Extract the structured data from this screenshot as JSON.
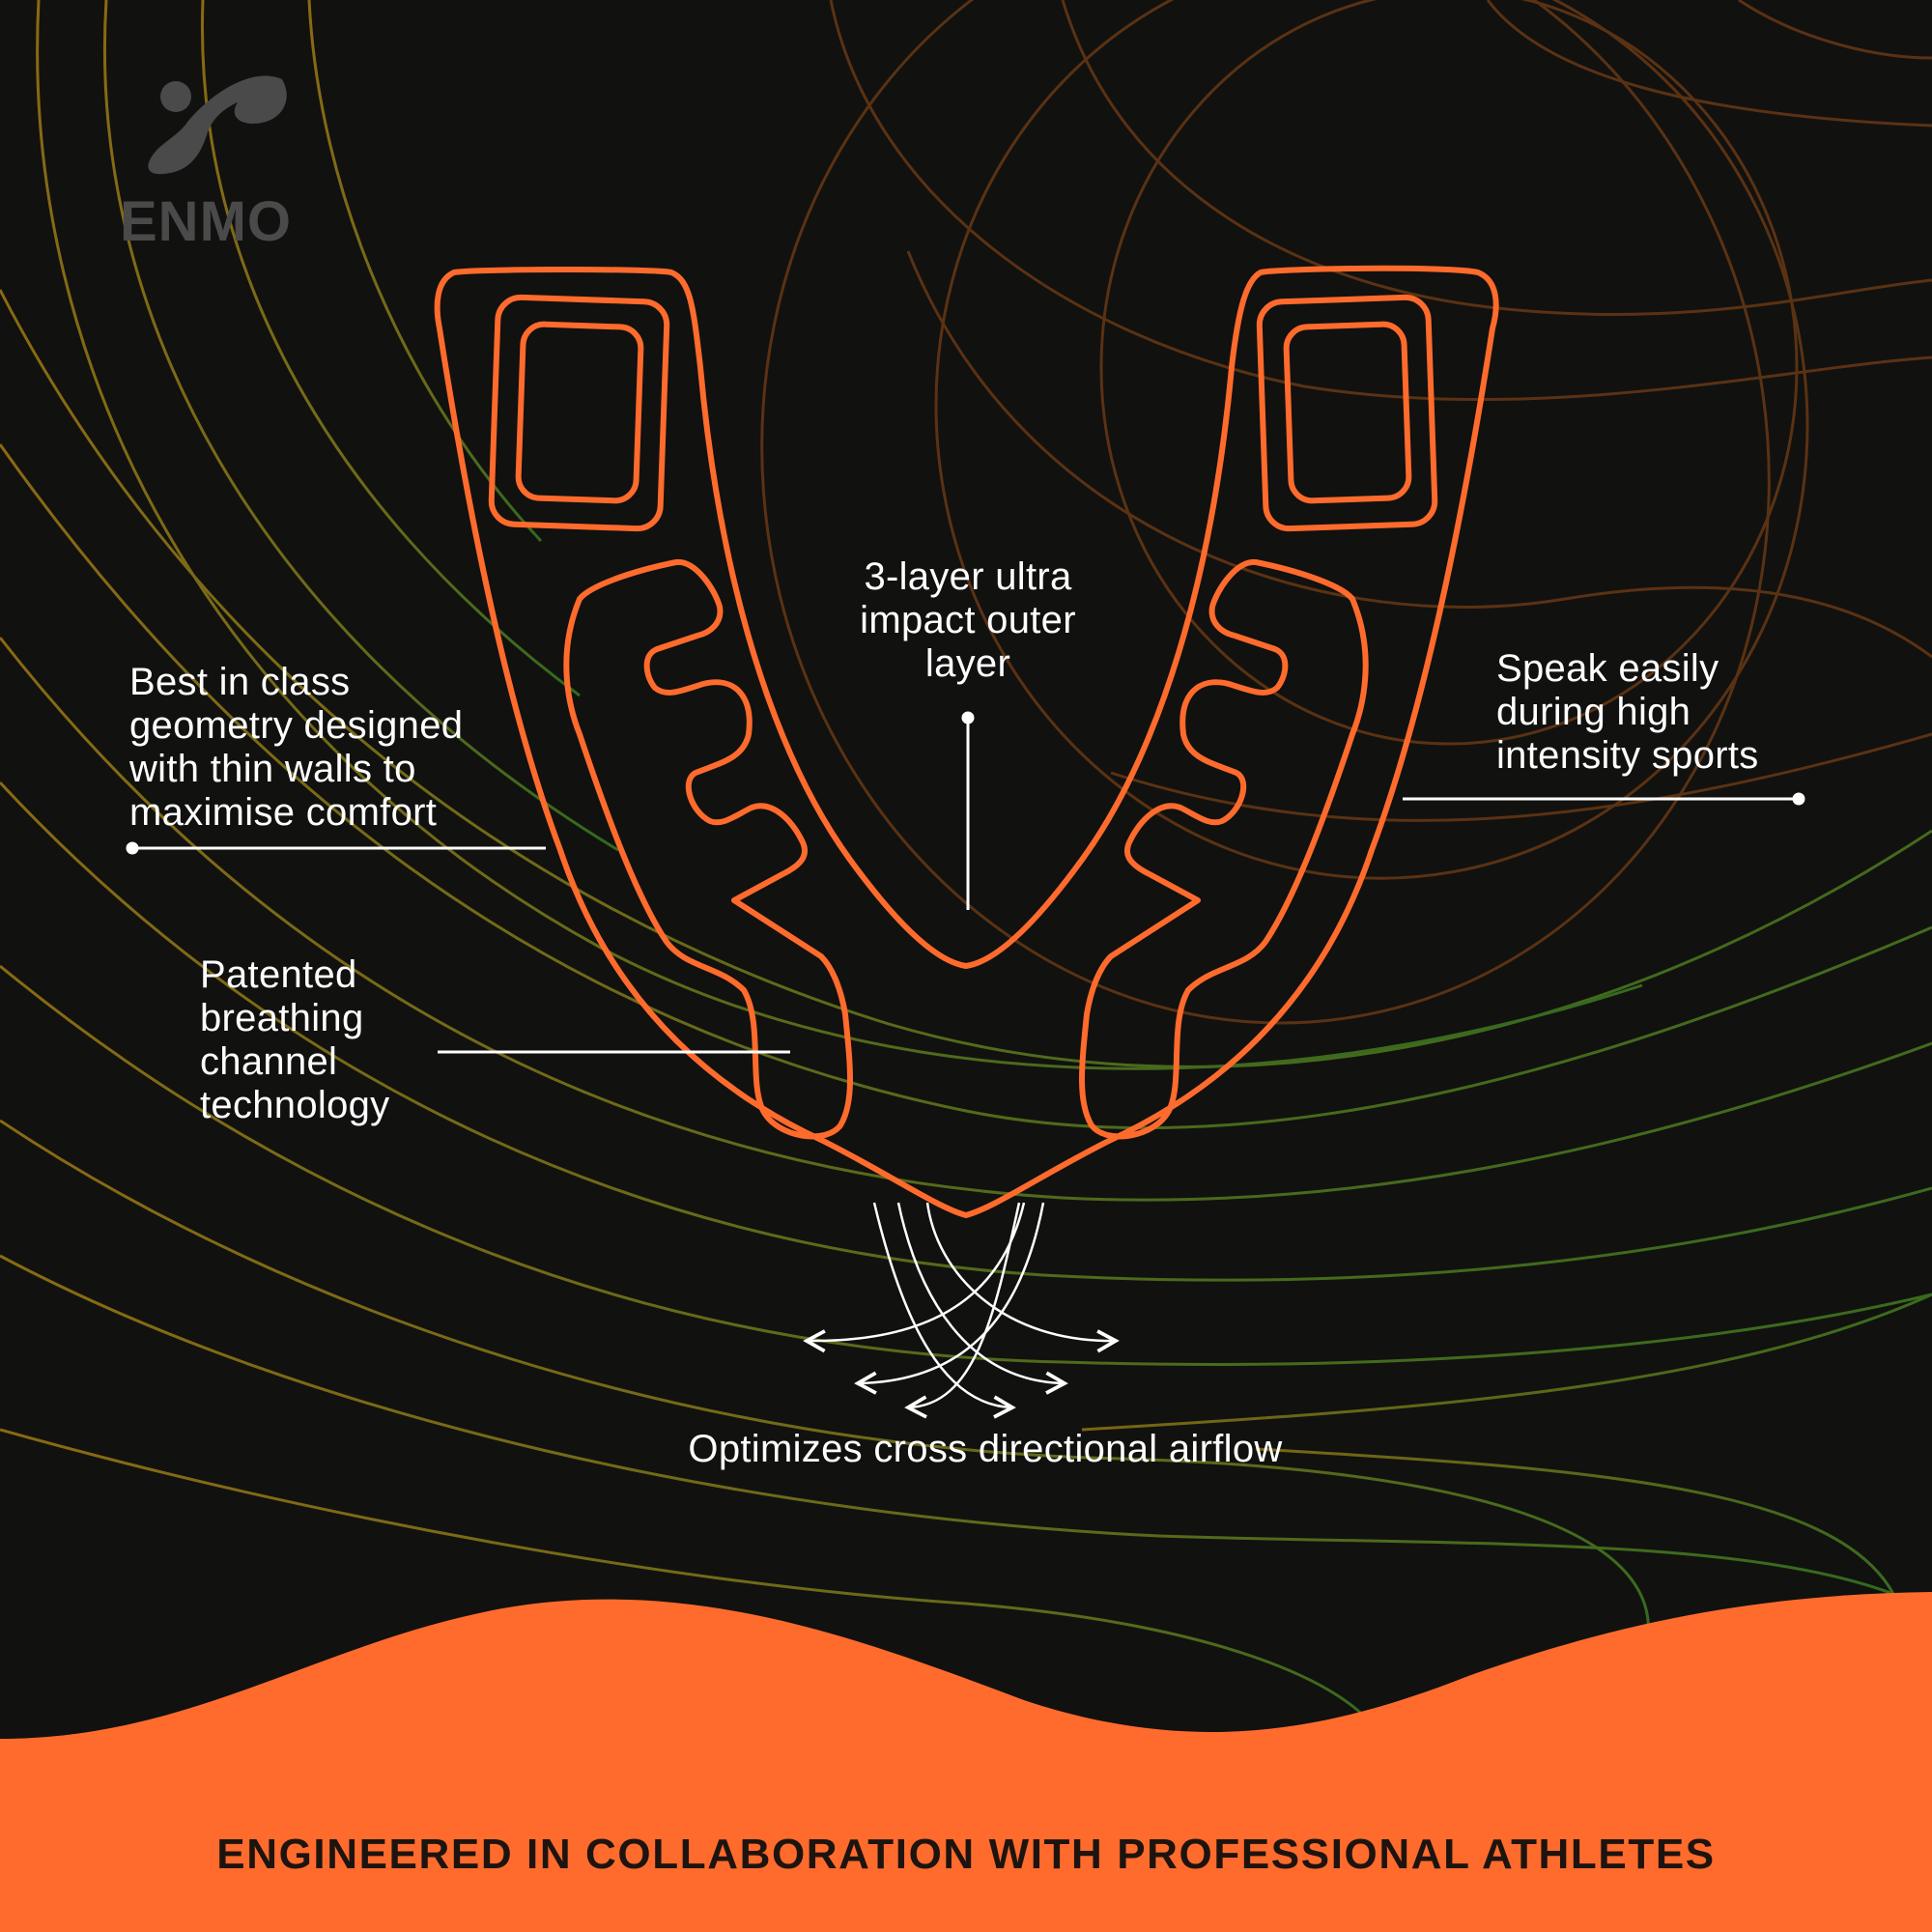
{
  "brand": {
    "name": "ENMO",
    "logo_icon": "enmo-figure-logo-icon"
  },
  "callouts": {
    "geometry": [
      "Best in class",
      "geometry designed",
      "with thin walls to",
      "maximise comfort"
    ],
    "outer_layer": [
      "3-layer ultra",
      "impact outer",
      "layer"
    ],
    "speak": [
      "Speak easily",
      "during high",
      "intensity sports"
    ],
    "breathing": [
      "Patented",
      "breathing",
      "channel",
      "technology"
    ],
    "airflow": "Optimizes cross directional airflow"
  },
  "footer": {
    "text": "ENGINEERED IN COLLABORATION WITH PROFESSIONAL ATHLETES"
  },
  "colors": {
    "background": "#111110",
    "accent_orange": "#ff6b2c",
    "text": "#ffffff",
    "footer_text": "#1d1410",
    "logo_grey": "#4a4a4a"
  }
}
